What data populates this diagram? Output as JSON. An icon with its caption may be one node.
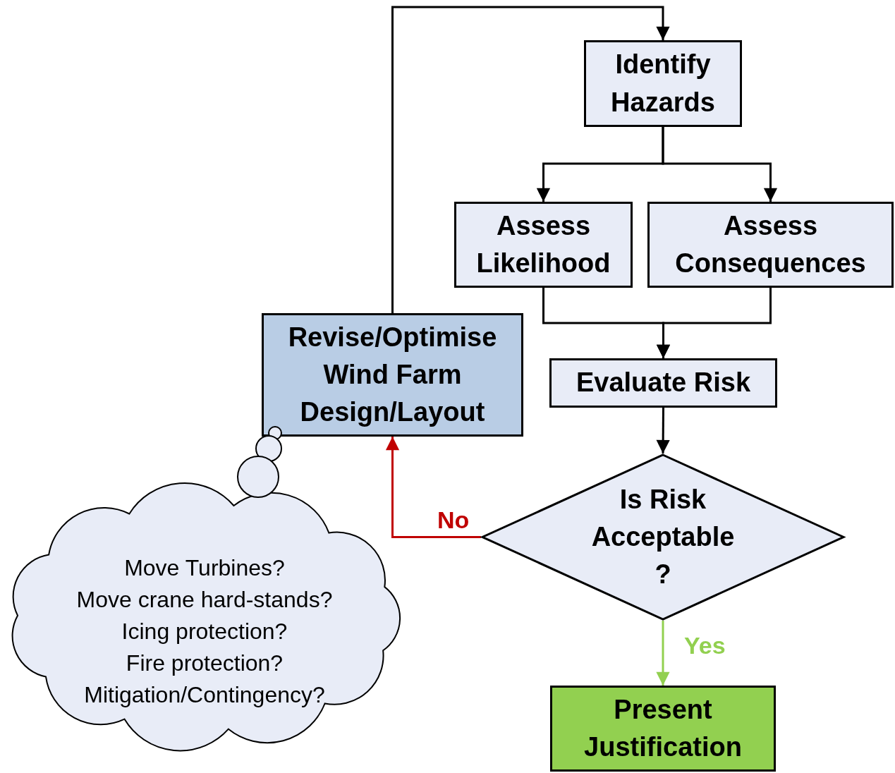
{
  "diagram": {
    "nodes": [
      {
        "text": [
          "Identify Hazards"
        ]
      },
      {
        "text": [
          "Assess Likelihood"
        ]
      },
      {
        "text": [
          "Assess Consequences"
        ]
      },
      {
        "text": [
          "Evaluate Risk"
        ]
      },
      {
        "text": [
          "Is Risk Acceptable ?"
        ]
      },
      {
        "text": [
          "Present Justification"
        ]
      },
      {
        "text": [
          "Revise/Optimise Wind Farm Design/Layout"
        ]
      },
      {
        "text": [
          "Move Turbines?",
          "Move crane hard-stands?",
          "Icing protection?",
          "Fire protection?",
          "Mitigation/Contingency?"
        ]
      }
    ],
    "edges": [
      {
        "from": 0,
        "to": 1,
        "arrow": "to"
      },
      {
        "from": 0,
        "to": 2,
        "arrow": "to"
      },
      {
        "from": 1,
        "to": 3,
        "arrow": "to"
      },
      {
        "from": 2,
        "to": 3,
        "arrow": "to"
      },
      {
        "from": 3,
        "to": 4,
        "arrow": "to"
      },
      {
        "from": 4,
        "to": 5,
        "arrow": "to",
        "label": "Yes",
        "color": "#92d050"
      },
      {
        "from": 4,
        "to": 6,
        "arrow": "to",
        "label": "No",
        "color": "#c00000"
      },
      {
        "from": 6,
        "to": 0,
        "arrow": "to"
      }
    ]
  }
}
